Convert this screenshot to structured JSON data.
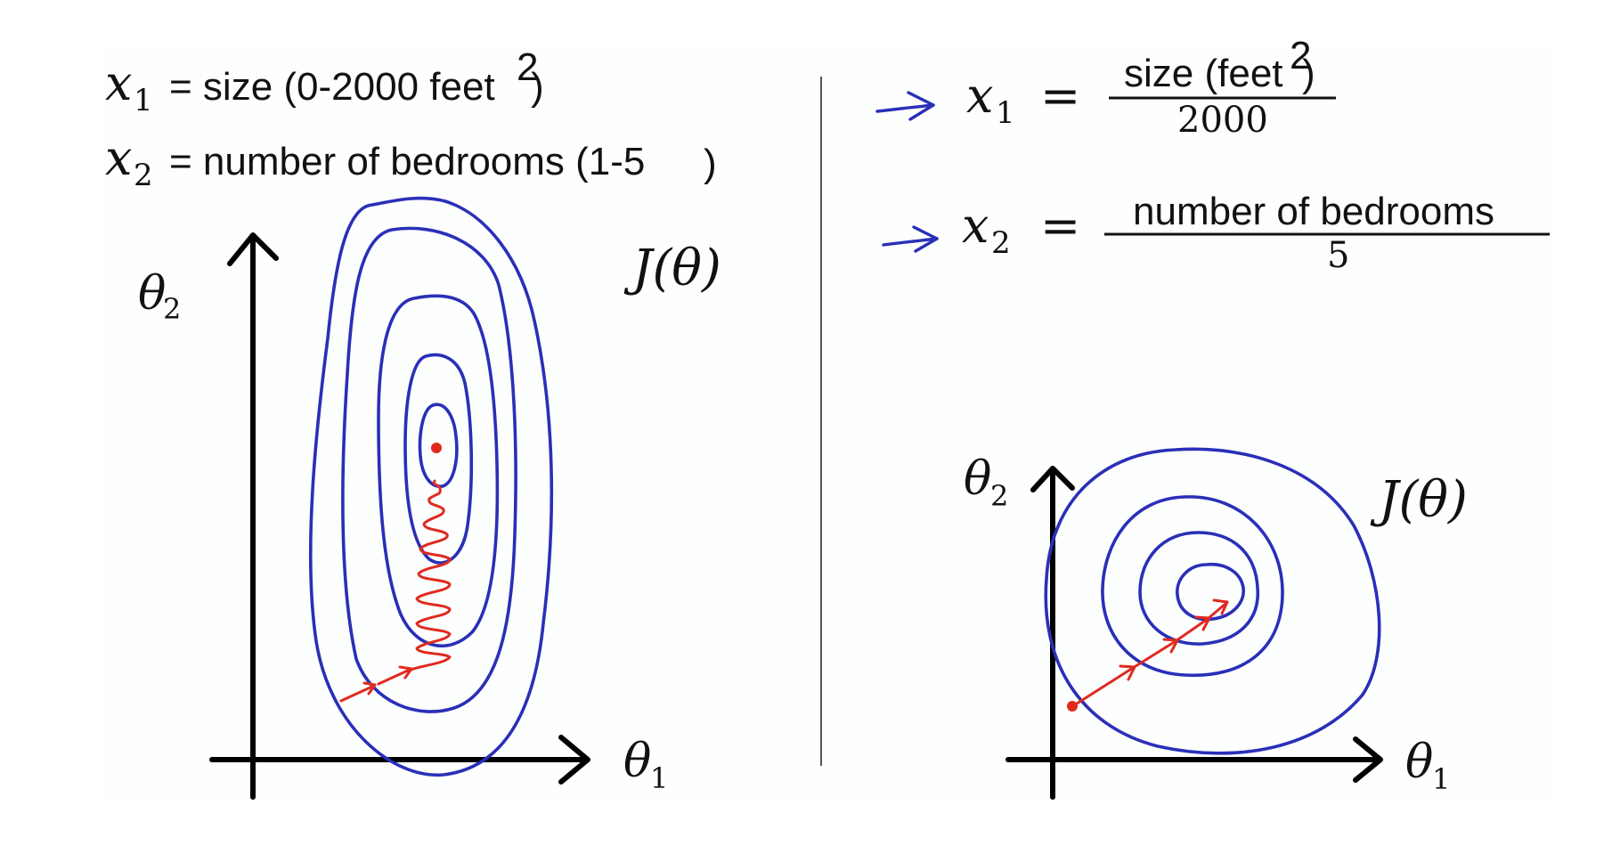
{
  "left": {
    "x1_var": "x",
    "x1_sub": "1",
    "x1_text": "= size (0-2000 feet",
    "x1_sup": "2",
    "x1_close": ")",
    "x2_var": "x",
    "x2_sub": "2",
    "x2_text": "= number of bedrooms (1-5",
    "x2_close": ")",
    "cost_label": "J(θ)",
    "theta_y_var": "θ",
    "theta_y_sub": "2",
    "theta_x_var": "θ",
    "theta_x_sub": "1"
  },
  "right": {
    "x1_var": "x",
    "x1_sub": "1",
    "equals": "=",
    "x1_num": "size (feet",
    "x1_num_sup": "2",
    "x1_num_close": ")",
    "x1_den": "2000",
    "x2_var": "x",
    "x2_sub": "2",
    "x2_num": "number of bedrooms",
    "x2_den": "5",
    "cost_label": "J(θ)",
    "theta_y_var": "θ",
    "theta_y_sub": "2",
    "theta_x_var": "θ",
    "theta_x_sub": "1"
  },
  "colors": {
    "contour": "#2a2fb8",
    "descent_path": "#e02a1f",
    "axes": "#000000"
  }
}
